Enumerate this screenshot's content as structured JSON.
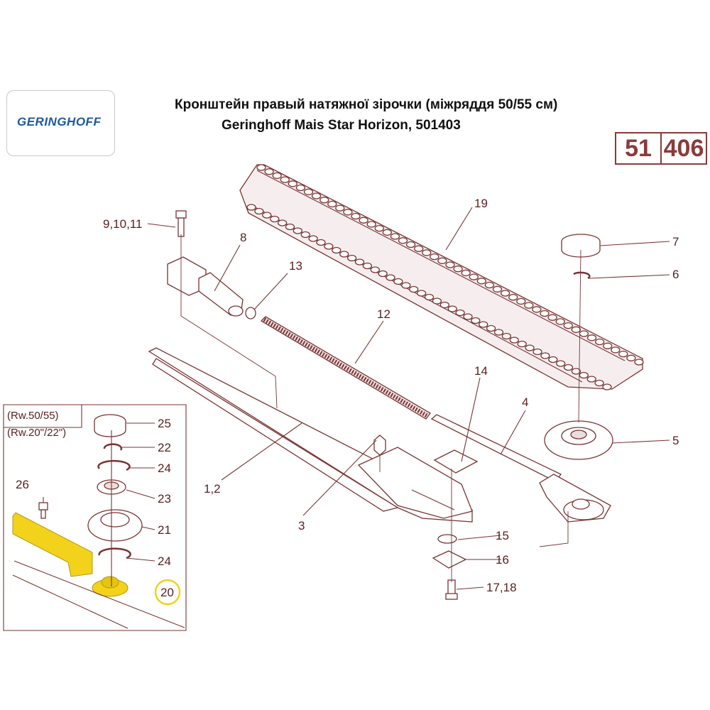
{
  "header": {
    "logo": "GERINGHOFF",
    "title_line1": "Кронштейн правый натяжної зірочки (міжряддя 50/55 см)",
    "title_line2": "Geringhoff Mais Star Horizon, 501403",
    "page_num_left": "51",
    "page_num_right": "406"
  },
  "inset": {
    "note1": "(Rw.50/55)",
    "note2": "(Rw.20\"/22\")"
  },
  "callouts": {
    "c19": "19",
    "c7": "7",
    "c6": "6",
    "c5": "5",
    "c4": "4",
    "c14": "14",
    "c12": "12",
    "c13": "13",
    "c8": "8",
    "c91011": "9,10,11",
    "c12b": "1,2",
    "c3": "3",
    "c15": "15",
    "c16": "16",
    "c1718": "17,18",
    "c25": "25",
    "c22": "22",
    "c24a": "24",
    "c23": "23",
    "c21": "21",
    "c24b": "24",
    "c20": "20",
    "c26": "26"
  },
  "colors": {
    "line": "#7a3333",
    "label": "#5b2020",
    "brand": "#1c5aa0",
    "highlight": "#f2d21b"
  }
}
